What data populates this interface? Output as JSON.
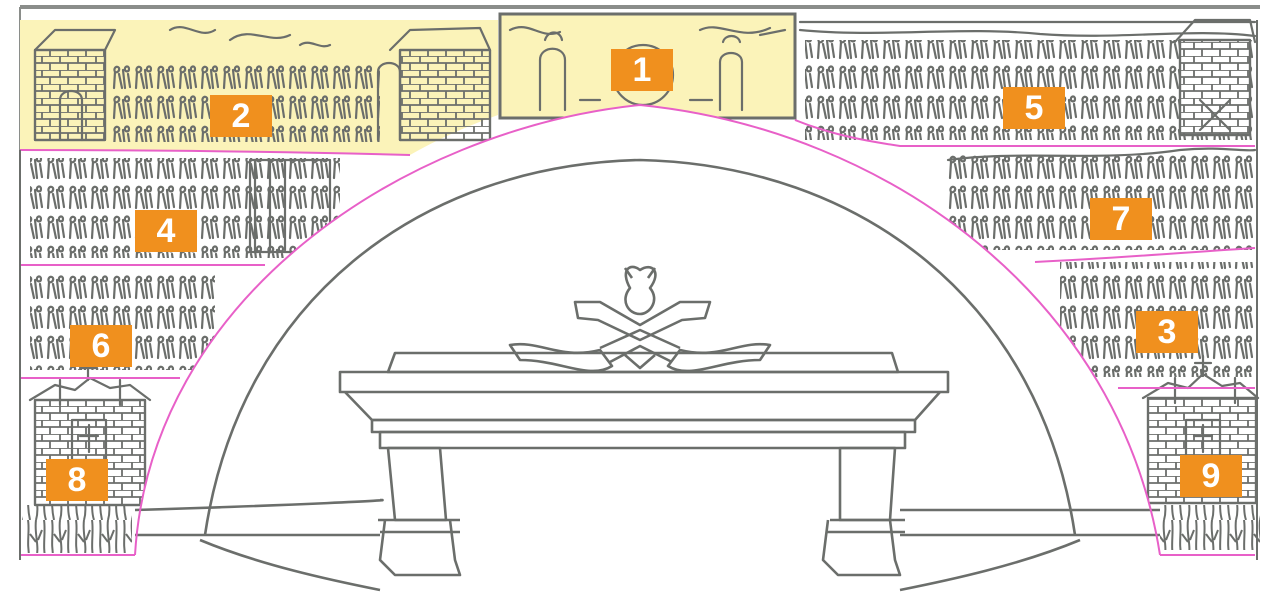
{
  "colors": {
    "badge": "#f0901e",
    "highlight": "#fbf3b9",
    "boundary": "#e860c8",
    "line": "#6b6e6b"
  },
  "panels": [
    {
      "number": "1",
      "highlighted": true
    },
    {
      "number": "2",
      "highlighted": true
    },
    {
      "number": "3",
      "highlighted": false
    },
    {
      "number": "4",
      "highlighted": false
    },
    {
      "number": "5",
      "highlighted": false
    },
    {
      "number": "6",
      "highlighted": false
    },
    {
      "number": "7",
      "highlighted": false
    },
    {
      "number": "8",
      "highlighted": false
    },
    {
      "number": "9",
      "highlighted": false
    }
  ]
}
